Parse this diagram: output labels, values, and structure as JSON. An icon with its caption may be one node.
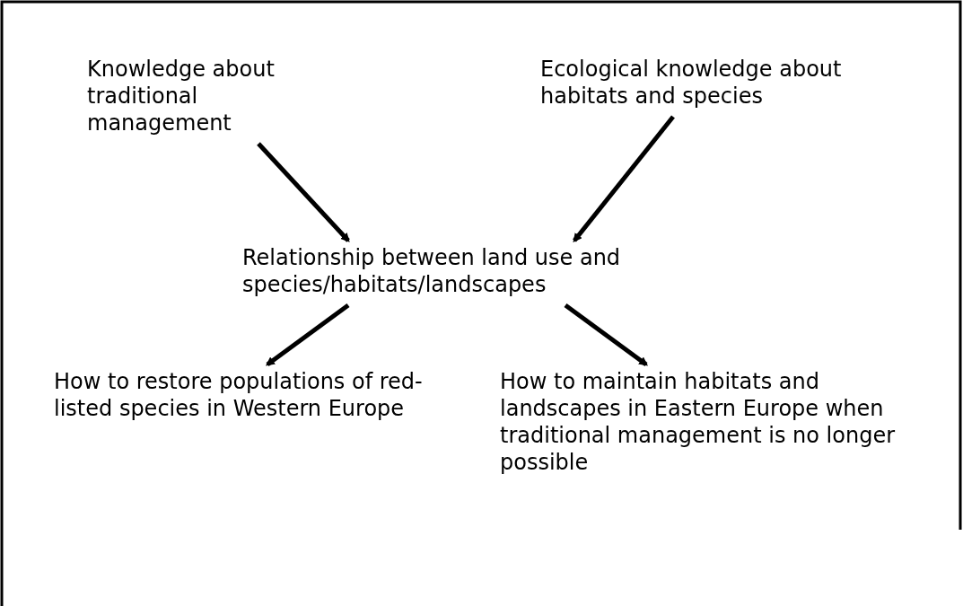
{
  "diagram": {
    "nodes": [
      {
        "text": [
          "Knowledge about traditional management"
        ]
      },
      {
        "text": [
          "Ecological knowledge about habitats and species"
        ]
      },
      {
        "text": [
          "Relationship between land use and species/habitats/landscapes"
        ]
      },
      {
        "text": [
          "How to restore populations of red-listed species in Western Europe"
        ]
      },
      {
        "text": [
          "How to maintain habitats and landscapes in Eastern Europe when traditional management is no longer possible"
        ]
      }
    ],
    "edges": [
      {
        "from": 0,
        "to": 2,
        "arrow": "to"
      },
      {
        "from": 1,
        "to": 2,
        "arrow": "to"
      },
      {
        "from": 2,
        "to": 3,
        "arrow": "to"
      },
      {
        "from": 2,
        "to": 4,
        "arrow": "to"
      }
    ]
  }
}
